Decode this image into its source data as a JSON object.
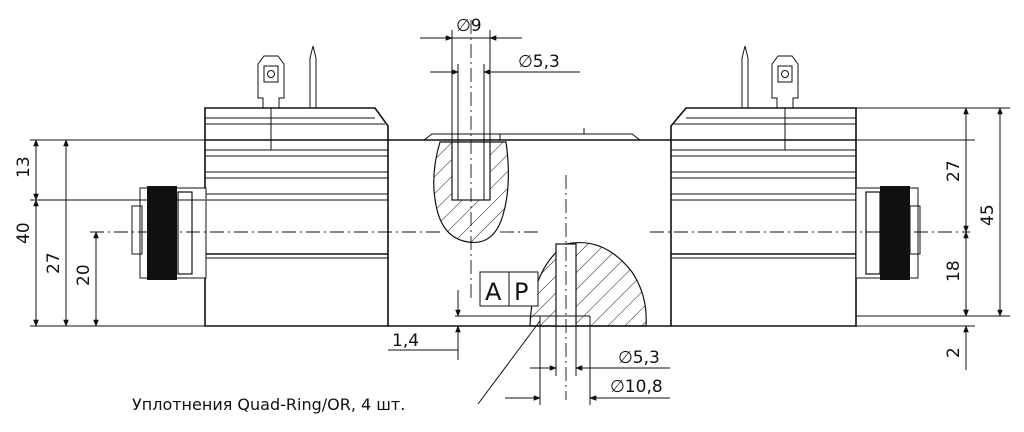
{
  "dimensions": {
    "d9": "∅9",
    "d5_3_top": "∅5,3",
    "d5_3_bottom": "∅5,3",
    "d10_8": "∅10,8",
    "h13": "13",
    "h40": "40",
    "h27_left": "27",
    "h20": "20",
    "h27_right": "27",
    "h45": "45",
    "h18": "18",
    "h2": "2",
    "w1_4": "1,4"
  },
  "ports": {
    "a": "A",
    "p": "P"
  },
  "note": "Уплотнения Quad-Ring/OR, 4 шт."
}
